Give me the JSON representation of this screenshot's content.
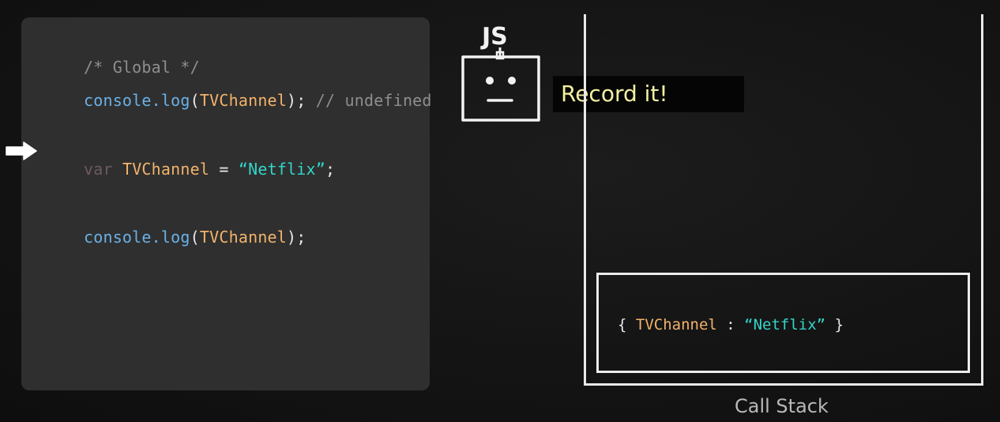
{
  "code": {
    "lines": [
      {
        "comment": "/* Global */"
      },
      {
        "fn": "console.log",
        "open": "(",
        "ident": "TVChannel",
        "close": ");",
        "comment": " // undefined"
      },
      {
        "keyword": "var",
        "ident": "TVChannel",
        "eq": " = ",
        "string": "“Netflix”",
        "semi": ";"
      },
      {
        "fn": "console.log",
        "open": "(",
        "ident": "TVChannel",
        "close": ");"
      }
    ]
  },
  "engine": {
    "label": "JS",
    "speech": "Record it!"
  },
  "call_stack": {
    "label": "Call Stack",
    "frame": {
      "open": "{ ",
      "key": "TVChannel",
      "sep": " : ",
      "value": "“Netflix”",
      "close": " }"
    }
  },
  "colors": {
    "code_bg": "#2f2f2f",
    "function": "#6ab0e6",
    "identifier": "#f2b36b",
    "string": "#33d6c9",
    "comment": "#8e8e8e",
    "speech_text": "#f3f0a0"
  }
}
